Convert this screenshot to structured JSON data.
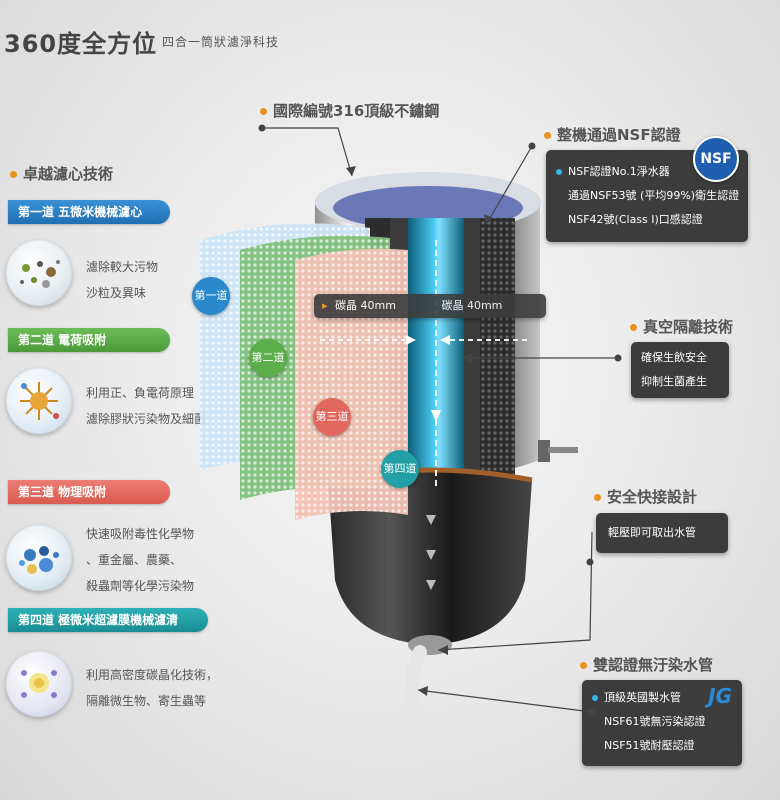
{
  "header": {
    "title": "360度全方位",
    "subtitle": "四合一筒狀濾淨科技"
  },
  "left_section": {
    "title": "卓越濾心技術"
  },
  "stages": [
    {
      "label": "第一道 五微米機械濾心",
      "color": "#2a7fc4",
      "lines": [
        "濾除較大污物",
        "沙粒及異味"
      ]
    },
    {
      "label": "第二道 電荷吸附",
      "color": "#5cae4a",
      "lines": [
        "利用正、負電荷原理",
        "濾除膠狀污染物及細菌"
      ]
    },
    {
      "label": "第三道 物理吸附",
      "color": "#e2685f",
      "lines": [
        "快速吸附毒性化學物",
        "、重金屬、農藥、",
        "殺蟲劑等化學污染物"
      ]
    },
    {
      "label": "第四道 極微米超濾膜機械濾清",
      "color": "#22a0a6",
      "lines": [
        "利用高密度碳晶化技術，",
        "隔離微生物、寄生蟲等"
      ]
    }
  ],
  "badges": [
    "第一道",
    "第二道",
    "第三道",
    "第四道"
  ],
  "callouts": {
    "steel": "國際編號316頂級不鏽鋼",
    "nsf": {
      "title": "整機通過NSF認證",
      "logo": "NSF",
      "items": [
        "NSF認證No.1淨水器",
        "通過NSF53號 (平均99%)衛生認證",
        "NSF42號(Class I)口感認證"
      ]
    },
    "carbon": [
      "碳晶 40mm",
      "碳晶 40mm"
    ],
    "vacuum": {
      "title": "真空隔離技術",
      "items": [
        "確保生飲安全",
        "抑制生菌產生"
      ]
    },
    "quick": {
      "title": "安全快接設計",
      "items": [
        "輕壓即可取出水管"
      ]
    },
    "pipe": {
      "title": "雙認證無汙染水管",
      "logo": "JG",
      "items": [
        "頂級英國製水管",
        "NSF61號無污染認證",
        "NSF51號耐壓認證"
      ]
    }
  }
}
